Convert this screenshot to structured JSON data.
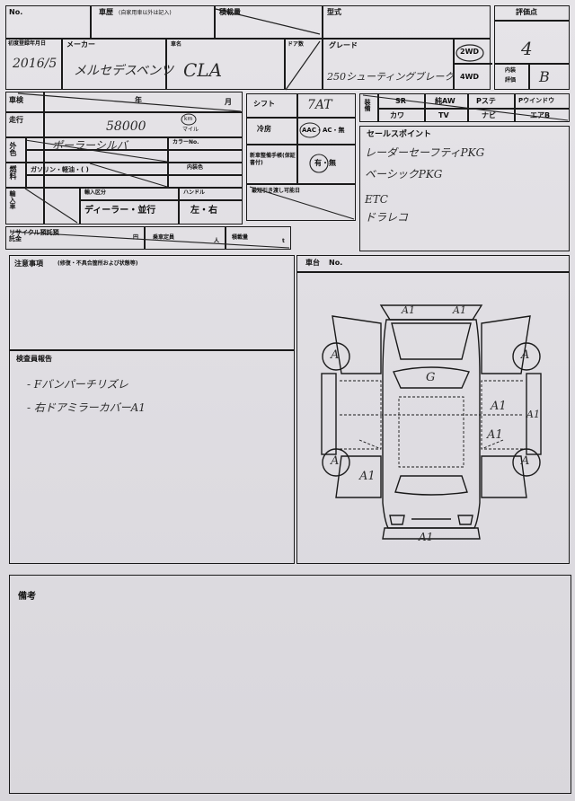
{
  "header": {
    "no_label": "No.",
    "history_label": "車歴",
    "history_note": "(自家用車以外は記入)",
    "inspection_label": "積載量",
    "model_label": "型式",
    "score_label": "評価点",
    "score_value": "4"
  },
  "vehicle": {
    "first_reg_label": "初度登録年月日",
    "first_reg_value": "2016/5",
    "maker_label": "メーカー",
    "maker_value": "メルセデスベンツ",
    "name_label": "車名",
    "name_value": "CLA",
    "doors_label": "ドア数",
    "grade_label": "グレード",
    "grade_value": "250シューティングブレーク",
    "drive_2wd": "2WD",
    "drive_4wd": "4WD",
    "interior_label_1": "内装",
    "interior_label_2": "評価",
    "interior_value": "B"
  },
  "specs": {
    "shaken_label": "車検",
    "year_label": "年",
    "month_label": "月",
    "mileage_label": "走行",
    "mileage_value": "58000",
    "km_label": "km",
    "mile_label": "マイル",
    "exterior_label": "外色",
    "exterior_value": "ポーラーシルバ",
    "color_no_label": "カラーNo.",
    "fuel_label": "燃料",
    "fuel_options": "ガソリン・軽油・(   )",
    "interior_color_label": "内装色",
    "import_label": "輸入車",
    "import_type_label": "輸入区分",
    "import_type_value": "ディーラー・並行",
    "handle_label": "ハンドル",
    "handle_value": "左・右",
    "recycle_label": "リサイクル預託預託金",
    "yen_label": "円",
    "capacity_label": "乗車定員",
    "person_label": "人",
    "load_label": "積載量",
    "ton_label": "t"
  },
  "shift": {
    "shift_label": "シフト",
    "shift_value": "7AT",
    "cooler_label": "冷房",
    "cooler_options": "AAC・AC・無",
    "warranty_label": "新車整備手帳(保証書付)",
    "warranty_options": "有・無",
    "delivery_label": "最短引き渡し可能日"
  },
  "equipment": {
    "label": "装備",
    "items": [
      "SR",
      "純AW",
      "Pステ",
      "Pウインドウ",
      "カワ",
      "TV",
      "ナビ",
      "エアB"
    ]
  },
  "sales_points": {
    "label": "セールスポイント",
    "items": [
      "レーダーセーフティPKG",
      "ベーシックPKG",
      "ETC",
      "ドラレコ"
    ]
  },
  "notes": {
    "caution_label": "注意事項",
    "caution_note": "(修復・不具合箇所および状態等)",
    "inspector_label": "検査員報告",
    "inspector_items": [
      "- Fバンパーチリズレ",
      "- 右ドアミラーカバーA1"
    ],
    "chassis_label": "車台",
    "chassis_no_label": "No.",
    "remarks_label": "備考"
  },
  "diagram_marks": {
    "front_left": "A1",
    "front_right": "A1",
    "wheel_fl": "A",
    "wheel_fr": "A",
    "wheel_rl": "A",
    "wheel_rr": "A",
    "windshield": "G",
    "right_door_front": "A1",
    "right_door_rear": "A1",
    "right_side": "A1",
    "left_rear": "A1",
    "rear_bumper": "A1"
  }
}
